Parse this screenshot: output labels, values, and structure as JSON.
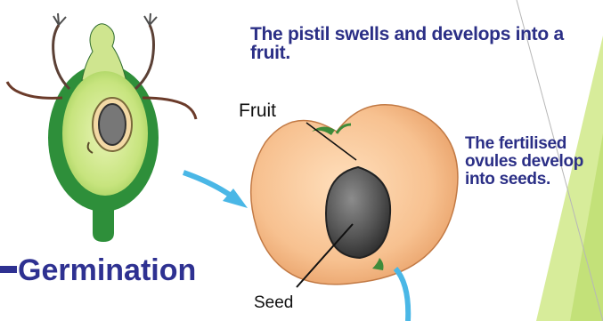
{
  "captions": {
    "pistil": "The pistil swells and develops into a fruit.",
    "ovules": "The fertilised ovules develop into seeds."
  },
  "labels": {
    "fruit": "Fruit",
    "seed": "Seed"
  },
  "heading": {
    "germination": "Germination"
  },
  "colors": {
    "caption_text": "#2b2f86",
    "arrow": "#4ab7e6",
    "fruit_flesh": "#f9c696",
    "pistil_green": "#2e8f3a",
    "slide_accent": "#d7ec9a"
  }
}
